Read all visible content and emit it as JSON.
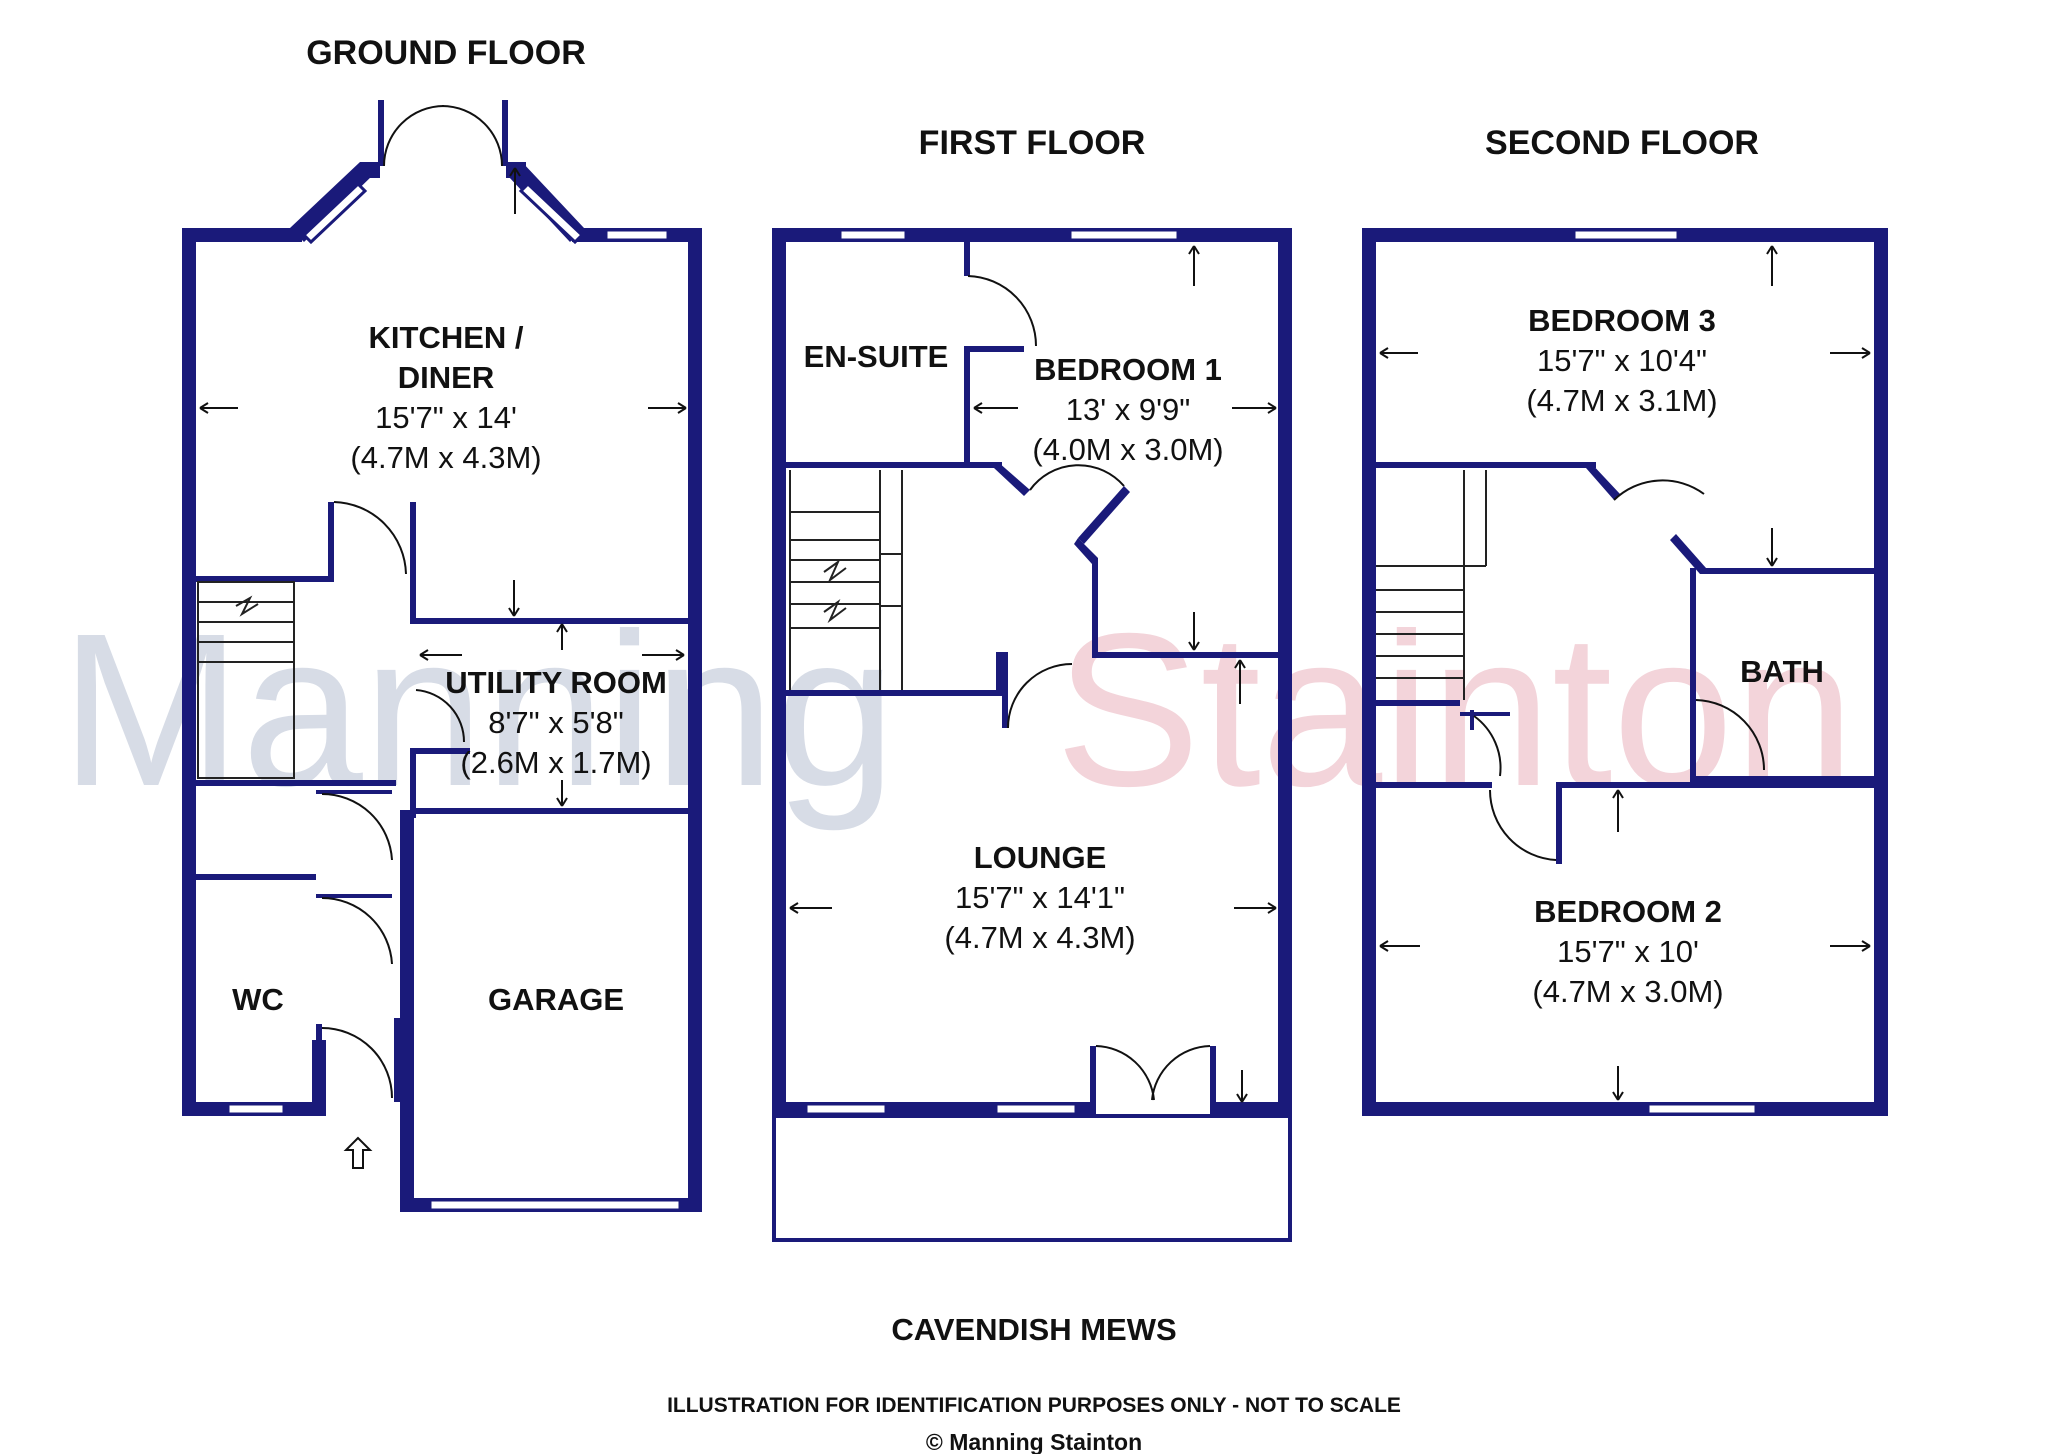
{
  "floors": {
    "ground": "GROUND FLOOR",
    "first": "FIRST FLOOR",
    "second": "SECOND FLOOR"
  },
  "rooms": {
    "kitchen": {
      "name_line1": "KITCHEN /",
      "name_line2": "DINER",
      "imperial": "15'7\" x 14'",
      "metric": "(4.7M x 4.3M)"
    },
    "utility": {
      "name": "UTILITY ROOM",
      "imperial": "8'7\" x 5'8\"",
      "metric": "(2.6M x 1.7M)"
    },
    "wc": {
      "name": "WC"
    },
    "garage": {
      "name": "GARAGE"
    },
    "ensuite": {
      "name": "EN-SUITE"
    },
    "bedroom1": {
      "name": "BEDROOM 1",
      "imperial": "13' x 9'9\"",
      "metric": "(4.0M x 3.0M)"
    },
    "lounge": {
      "name": "LOUNGE",
      "imperial": "15'7\" x 14'1\"",
      "metric": "(4.7M x 4.3M)"
    },
    "bedroom3": {
      "name": "BEDROOM 3",
      "imperial": "15'7\" x 10'4\"",
      "metric": "(4.7M x 3.1M)"
    },
    "bath": {
      "name": "BATH"
    },
    "bedroom2": {
      "name": "BEDROOM 2",
      "imperial": "15'7\" x 10'",
      "metric": "(4.7M x 3.0M)"
    }
  },
  "watermark": {
    "left": "Manning",
    "right": "Stainton",
    "left_color": "#d7dce6",
    "right_color": "#f3d4da"
  },
  "footer": {
    "property": "CAVENDISH MEWS",
    "disclaimer": "ILLUSTRATION FOR IDENTIFICATION PURPOSES ONLY - NOT TO SCALE",
    "copyright": "© Manning Stainton"
  },
  "colors": {
    "wall": "#1a1a7a"
  },
  "icons": {
    "entrance": "entrance-arrow-icon",
    "dimension": "dimension-arrow-icon"
  }
}
